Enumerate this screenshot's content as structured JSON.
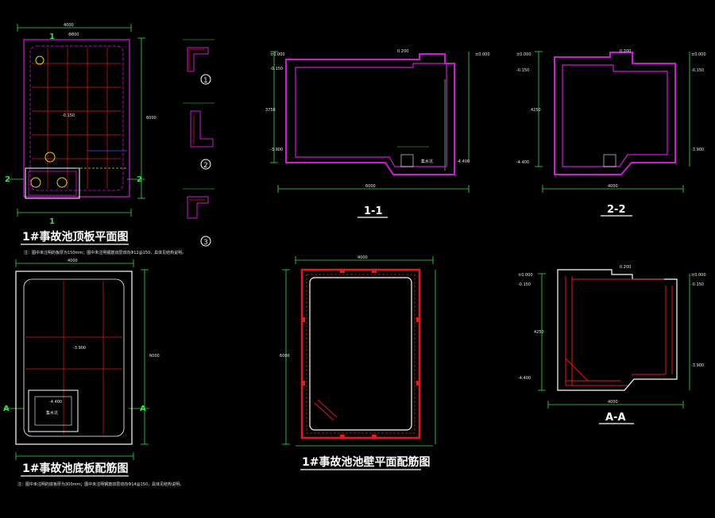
{
  "titles": {
    "roof_plan": "1#事故池顶板平面图",
    "floor_rebar": "1#事故池底板配筋图",
    "wall_rebar": "1#事故池池壁平面配筋图",
    "section_1": "1-1",
    "section_2": "2-2",
    "section_a": "A-A"
  },
  "markers": {
    "m1": "1",
    "m2": "2",
    "ma": "A",
    "c1": "1",
    "c2": "2",
    "c3": "3"
  },
  "dims": {
    "roof_width": "4000",
    "roof_height": "6000",
    "floor_width": "4000",
    "floor_height": "6000",
    "wall_width": "4000",
    "wall_height": "6000",
    "s1_width": "6000",
    "s2_width": "4000",
    "sa_width": "4000",
    "s1_depth": "3750",
    "s2_depth": "4250",
    "sa_depth": "4250"
  },
  "levels": {
    "top": "±0.000",
    "top2": "-0.150",
    "top3": "0.200",
    "bottom1": "-3.900",
    "bottom2": "-4.400",
    "roof_level": "-0.150",
    "floor_level": "-3.900",
    "small_level": "-4.400"
  },
  "tags": {
    "sump": "集水坑",
    "sump2": "集水坑",
    "hole": "Φ800"
  },
  "notes": {
    "roof_note": "注：图中未注明的板厚为150mm；图中未注明钢筋双层双向Φ12@150，具体见结构说明。",
    "floor_note": "注：图中未注明的底板厚为300mm；图中未注明钢筋双层双向Φ14@150，具体见结构说明。"
  },
  "colors": {
    "background": "#000000",
    "wall_outline": "#d01ad8",
    "grid_red": "#e01c1c",
    "dimension_green": "#35e04a",
    "text_white": "#ffffff",
    "callout_yellow": "#e8d800"
  }
}
